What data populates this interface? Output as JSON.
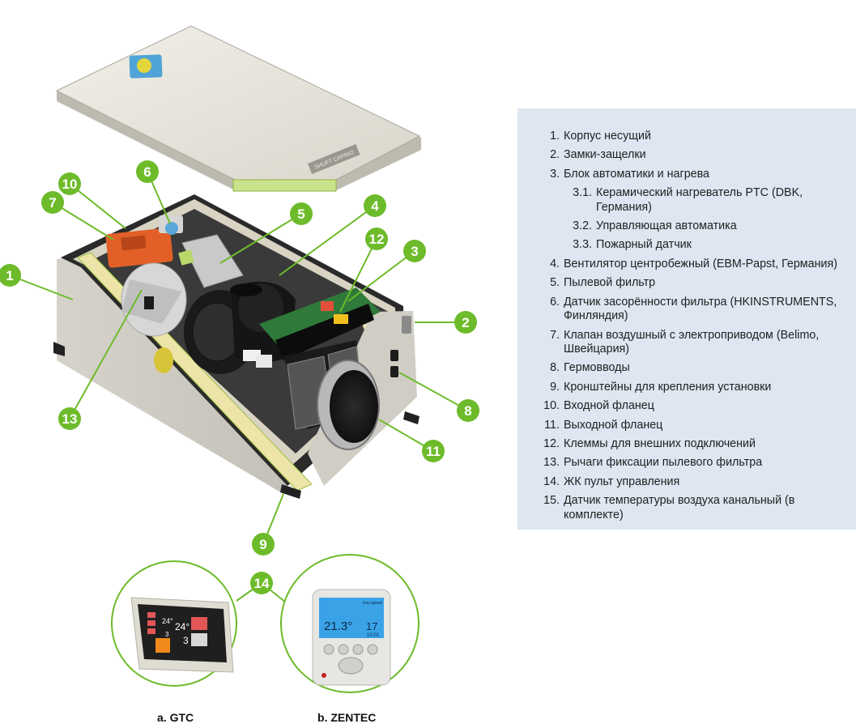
{
  "callouts": [
    "1",
    "2",
    "3",
    "4",
    "5",
    "6",
    "7",
    "8",
    "9",
    "10",
    "11",
    "12",
    "13",
    "14"
  ],
  "legend": [
    {
      "num": "1.",
      "text": "Корпус несущий"
    },
    {
      "num": "2.",
      "text": "Замки-защелки"
    },
    {
      "num": "3.",
      "text": "Блок автоматики и нагрева"
    },
    {
      "num": "3.1.",
      "text": "Керамический нагреватель PTC (DBK, Германия)",
      "sub": true
    },
    {
      "num": "3.2.",
      "text": "Управляющая автоматика",
      "sub": true
    },
    {
      "num": "3.3.",
      "text": "Пожарный датчик",
      "sub": true
    },
    {
      "num": "4.",
      "text": "Вентилятор центробежный (EBM-Papst, Германия)"
    },
    {
      "num": "5.",
      "text": "Пылевой фильтр"
    },
    {
      "num": "6.",
      "text": "Датчик засорённости фильтра (HKINSTRUMENTS, Финляндия)"
    },
    {
      "num": "7.",
      "text": "Клапан воздушный с электроприводом (Belimo, Швейцария)"
    },
    {
      "num": "8.",
      "text": "Гермовводы"
    },
    {
      "num": "9.",
      "text": "Кронштейны для крепления установки"
    },
    {
      "num": "10.",
      "text": "Входной фланец"
    },
    {
      "num": "11.",
      "text": "Выходной фланец"
    },
    {
      "num": "12.",
      "text": "Клеммы для внешних подключений"
    },
    {
      "num": "13.",
      "text": "Рычаги фиксации пылевого фильтра"
    },
    {
      "num": "14.",
      "text": "ЖК пульт управления"
    },
    {
      "num": "15.",
      "text": "Датчик температуры воздуха канальный (в комплекте)"
    }
  ],
  "captions": {
    "gtc": "a. GTC",
    "zentec": "b. ZENTEC"
  },
  "lid_label": "SHUFT CAPRIO",
  "gtc_screen": {
    "t1": "24°",
    "t2": "24°",
    "t3": "3",
    "t4": "3"
  },
  "zentec_screen": {
    "main": "21.3°",
    "set": "17",
    "small": "10:01",
    "tag": "Fan speed"
  },
  "colors": {
    "accent_green": "#6dbb2a",
    "legend_bg": "#dde6f1"
  }
}
